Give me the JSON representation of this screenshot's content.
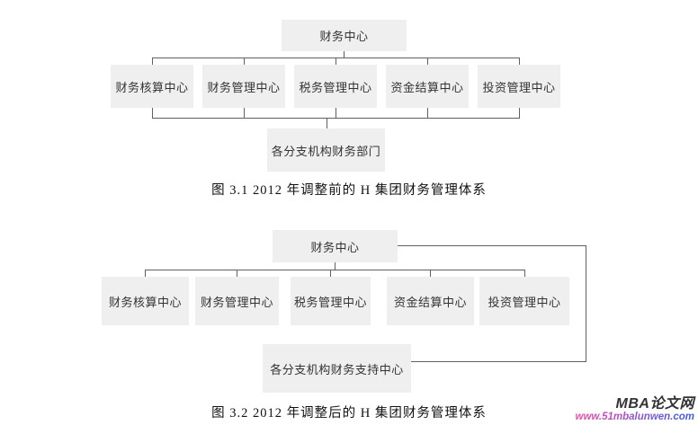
{
  "colors": {
    "box_fill": "#efefef",
    "box_text": "#333333",
    "line": "#606060",
    "caption_text": "#111111",
    "watermark_title_color": "#333333",
    "watermark_url_gradient_start": "#e9509e",
    "watermark_url_gradient_end": "#3a5bee"
  },
  "diagram1": {
    "root": "财务中心",
    "children": [
      "财务核算中心",
      "财务管理中心",
      "税务管理中心",
      "资金结算中心",
      "投资管理中心"
    ],
    "bottom": "各分支机构财务部门",
    "caption": "图 3.1 2012 年调整前的 H 集团财务管理体系"
  },
  "diagram2": {
    "root": "财务中心",
    "children": [
      "财务核算中心",
      "财务管理中心",
      "税务管理中心",
      "资金结算中心",
      "投资管理中心"
    ],
    "bottom": "各分支机构财务支持中心",
    "caption": "图 3.2 2012 年调整后的 H 集团财务管理体系"
  },
  "watermark": {
    "title": "MBA论文网",
    "url": "www.51mbalunwen.com"
  }
}
